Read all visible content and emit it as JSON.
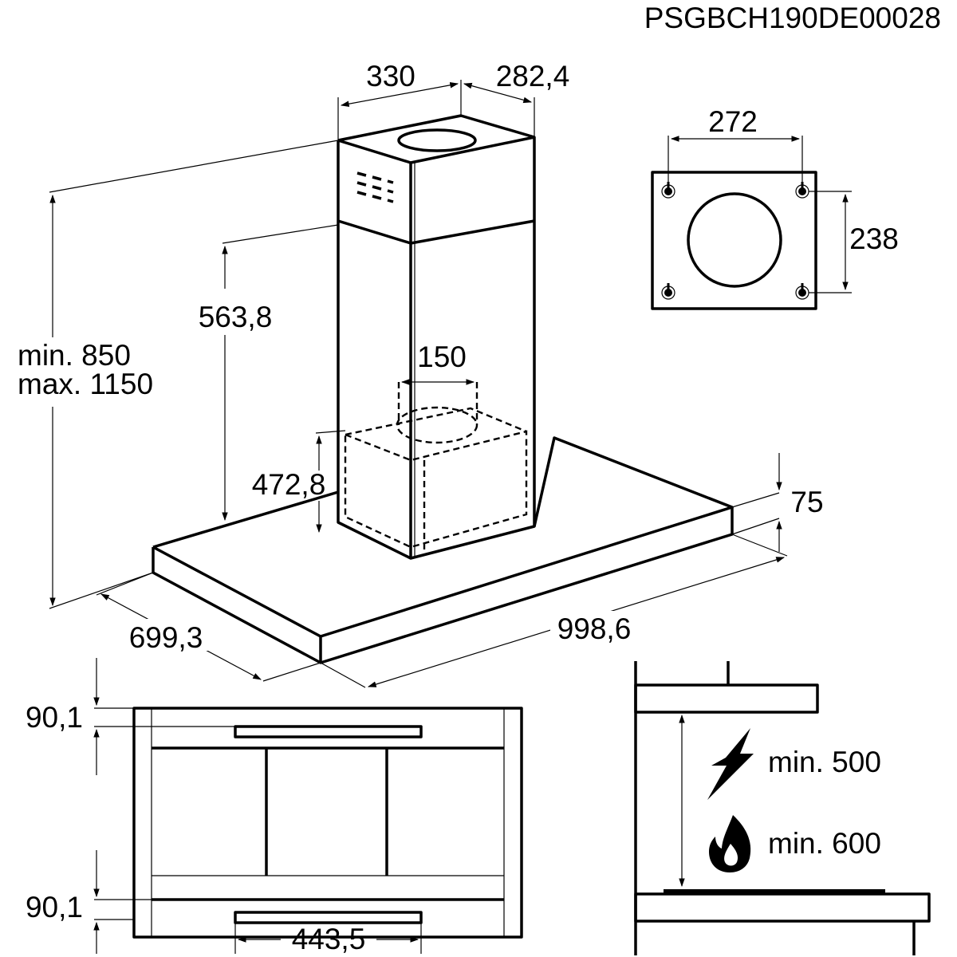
{
  "document_code": "PSGBCH190DE00028",
  "hood_view": {
    "chimney_width": "330",
    "chimney_depth": "282,4",
    "height_range_min": "min. 850",
    "height_range_max": "max. 1150",
    "upper_chimney_height": "563,8",
    "outlet_diameter": "150",
    "lower_box_height": "472,8",
    "canopy_thickness": "75",
    "canopy_depth": "699,3",
    "canopy_width": "998,6"
  },
  "mount_plate_view": {
    "hole_spacing_horizontal": "272",
    "hole_spacing_vertical": "238"
  },
  "underside_view": {
    "filter_offset_top": "90,1",
    "filter_offset_bottom": "90,1",
    "filter_width": "443,5"
  },
  "clearance_view": {
    "electric_clearance": "min. 500",
    "gas_clearance": "min. 600"
  }
}
